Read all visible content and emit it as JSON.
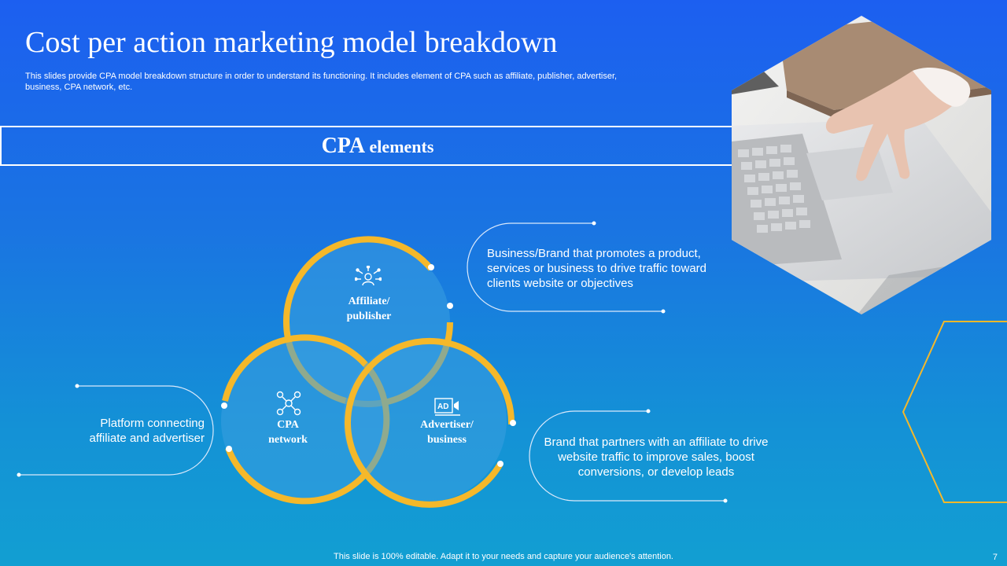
{
  "slide": {
    "title": "Cost per action marketing model breakdown",
    "subtitle": "This slides provide CPA model breakdown structure in order to understand its functioning. It includes element of CPA such as affiliate, publisher, advertiser, business, CPA network, etc.",
    "banner": {
      "big": "CPA",
      "small": " elements"
    },
    "footer": "This slide is 100% editable. Adapt it to your needs and capture your audience's attention.",
    "page_number": "7"
  },
  "venn": {
    "top": {
      "line1": "Affiliate/",
      "line2": "publisher",
      "icon": "people-network-icon"
    },
    "left": {
      "line1": "CPA",
      "line2": "network",
      "icon": "network-nodes-icon"
    },
    "right": {
      "line1": "Advertiser/",
      "line2": "business",
      "icon": "ad-megaphone-icon",
      "icon_text": "AD"
    }
  },
  "descriptions": {
    "top_right": "Business/Brand that promotes a product, services or business to drive traffic toward clients website or objectives",
    "left": "Platform connecting affiliate and advertiser",
    "bottom_right": "Brand that partners with an affiliate to drive website traffic to improve sales, boost conversions, or develop leads"
  },
  "colors": {
    "accent_ring": "#f5b82a",
    "circle_fill": "#3a9fe0",
    "line": "#dbe9fb"
  }
}
